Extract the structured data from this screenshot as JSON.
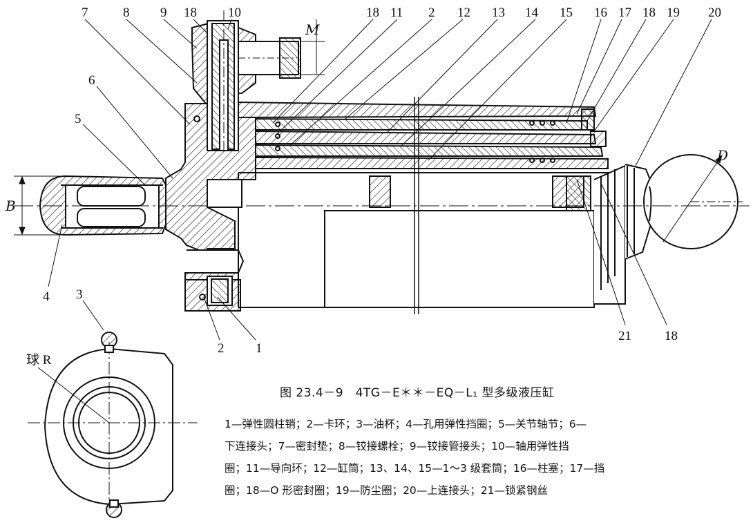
{
  "figure": {
    "caption": "图 23.4－9　4TG－E＊＊－EQ－L₁ 型多级液压缸",
    "legend_lines": [
      "1—弹性圆柱销；2—卡环；3—油杯；4—孔用弹性挡圈；5—关节轴节；6—",
      "下连接头；7—密封垫；8—铰接螺栓；9—铰接管接头；10—轴用弹性挡",
      "圈；11—导向环；12—缸筒；13、14、15—1～3 级套筒；16—柱塞；17—挡",
      "圈；18—O 形密封圈；19—防尘圈；20—上连接头；21—锁紧钢丝"
    ]
  },
  "callouts": {
    "top": [
      "7",
      "8",
      "9",
      "18",
      "10",
      "18",
      "11",
      "2",
      "12",
      "13",
      "14",
      "15",
      "16",
      "17",
      "18",
      "19",
      "20"
    ],
    "left": [
      "6",
      "5",
      "4",
      "3"
    ],
    "bottom": [
      "2",
      "1",
      "21",
      "18"
    ]
  },
  "dimensions": {
    "b": "B",
    "m": "M",
    "d": "D",
    "ball_r": "球 R"
  }
}
